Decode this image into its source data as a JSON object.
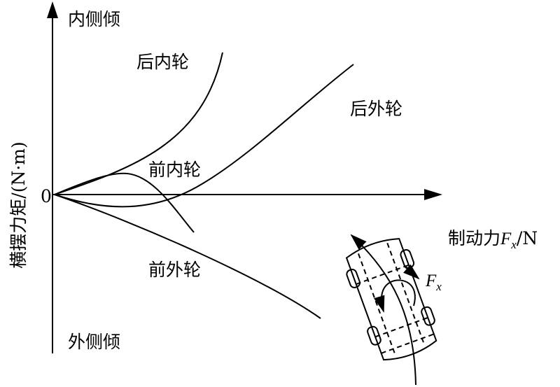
{
  "axes": {
    "y_label": "横摆力矩/(N·m)",
    "y_top": "内侧倾",
    "y_bottom": "外侧倾",
    "origin": "0",
    "x_label_prefix": "制动力",
    "x_label_var": "F",
    "x_label_sub": "x",
    "x_label_unit": "/N"
  },
  "curves": [
    {
      "label": "后内轮"
    },
    {
      "label": "后外轮"
    },
    {
      "label": "前内轮"
    },
    {
      "label": "前外轮"
    }
  ],
  "inset": {
    "force_var": "F",
    "force_sub": "x"
  }
}
